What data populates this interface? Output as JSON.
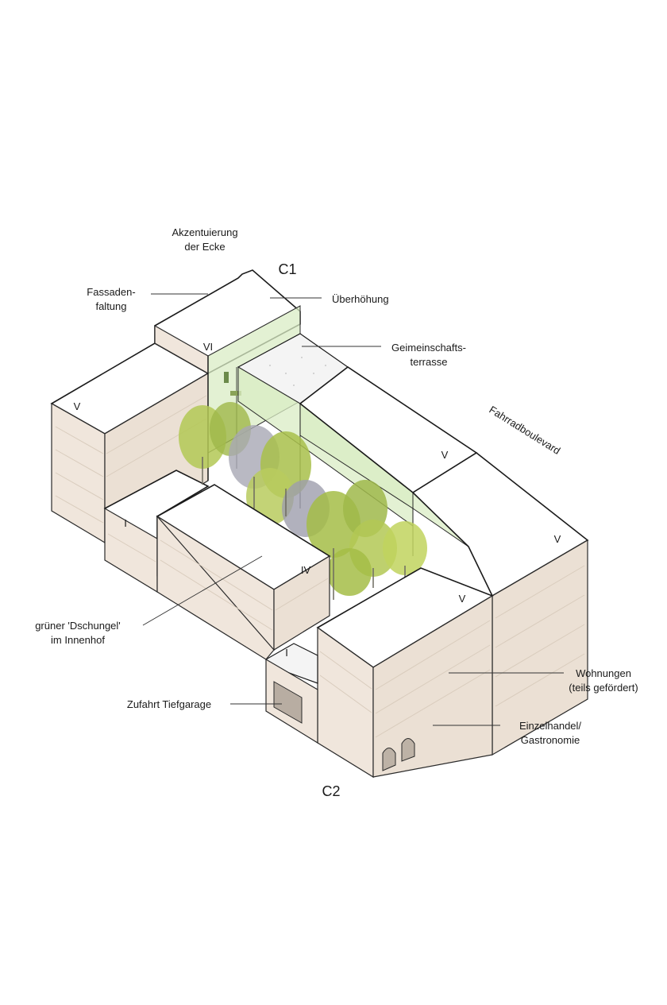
{
  "labels": {
    "akzent_line1": "Akzentuierung",
    "akzent_line2": "der Ecke",
    "c1": "C1",
    "c2": "C2",
    "fassade_line1": "Fassaden-",
    "fassade_line2": "faltung",
    "ueberhoehung": "Überhöhung",
    "terrasse_line1": "Geimeinschafts-",
    "terrasse_line2": "terrasse",
    "fahrrad": "Fahrradboulevard",
    "jungle_line1": "grüner 'Dschungel'",
    "jungle_line2": "im Innenhof",
    "garage": "Zufahrt Tiefgarage",
    "wohnungen_line1": "Wohnungen",
    "wohnungen_line2": "(teils gefördert)",
    "handel_line1": "Einzelhandel/",
    "handel_line2": "Gastronomie"
  },
  "storeys": {
    "vi": "VI",
    "v_left": "V",
    "v_mid": "V",
    "v_right": "V",
    "v_front": "V",
    "iv": "IV",
    "i_left": "I",
    "i_front": "I"
  },
  "colors": {
    "facade": "#f0e6dc",
    "glass": "#d9ecc4",
    "tree_green": "#a9c24a",
    "tree_grey": "#9a9aa8"
  }
}
